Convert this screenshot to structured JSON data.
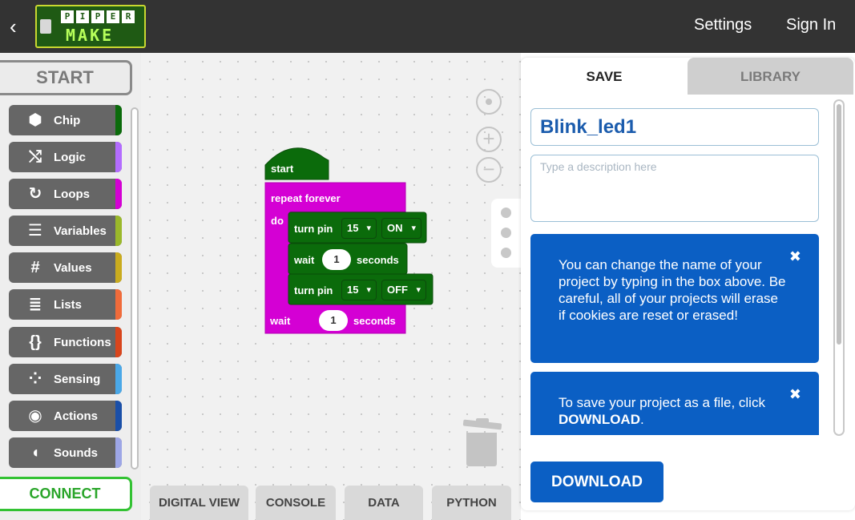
{
  "header": {
    "logo_text_top": "PIPER",
    "logo_text_bottom": "MAKE",
    "back_icon": "chevron-left-icon",
    "settings_label": "Settings",
    "signin_label": "Sign In"
  },
  "sidebar": {
    "start_label": "START",
    "connect_label": "CONNECT",
    "categories": [
      {
        "label": "Chip",
        "icon": "hexagon-icon",
        "color": "#0b6b0b"
      },
      {
        "label": "Logic",
        "icon": "shuffle-icon",
        "color": "#b36cff"
      },
      {
        "label": "Loops",
        "icon": "loop-arrow-icon",
        "color": "#d400d4"
      },
      {
        "label": "Variables",
        "icon": "variable-box-icon",
        "color": "#9ab82a"
      },
      {
        "label": "Values",
        "icon": "hash-icon",
        "color": "#c9ab1e"
      },
      {
        "label": "Lists",
        "icon": "list-icon",
        "color": "#f06b3a"
      },
      {
        "label": "Functions",
        "icon": "braces-icon",
        "color": "#d8451c"
      },
      {
        "label": "Sensing",
        "icon": "dots-cluster-icon",
        "color": "#4aa8e8"
      },
      {
        "label": "Actions",
        "icon": "record-icon",
        "color": "#1a4fa8"
      },
      {
        "label": "Sounds",
        "icon": "speaker-icon",
        "color": "#9da6e6"
      }
    ]
  },
  "workspace": {
    "blocks": {
      "start": "start",
      "repeat": "repeat forever",
      "do": "do",
      "turn_pin_1": "turn pin",
      "pin_1": "15",
      "state_1": "ON",
      "wait_1": "wait",
      "wait_1_value": "1",
      "seconds_1": "seconds",
      "turn_pin_2": "turn pin",
      "pin_2": "15",
      "state_2": "OFF",
      "wait_2": "wait",
      "wait_2_value": "1",
      "seconds_2": "seconds"
    },
    "colors": {
      "chip_block": "#0b6b0b",
      "loop_block": "#d400d4"
    },
    "mode_tabs": [
      "DIGITAL VIEW",
      "CONSOLE",
      "DATA",
      "PYTHON"
    ]
  },
  "panel": {
    "tabs": {
      "save": "SAVE",
      "library": "LIBRARY"
    },
    "project_name": "Blink_led1",
    "description_placeholder": "Type a description here",
    "notices": [
      {
        "text": "You can change the name of your project by typing in the box above. Be careful, all of your projects will erase if cookies are reset or erased!"
      },
      {
        "text_prefix": "To save your project as a file, click ",
        "text_bold": "DOWNLOAD",
        "text_suffix": "."
      }
    ],
    "close_glyph": "✖",
    "download_label": "DOWNLOAD",
    "accent_color": "#0b5fc4"
  }
}
